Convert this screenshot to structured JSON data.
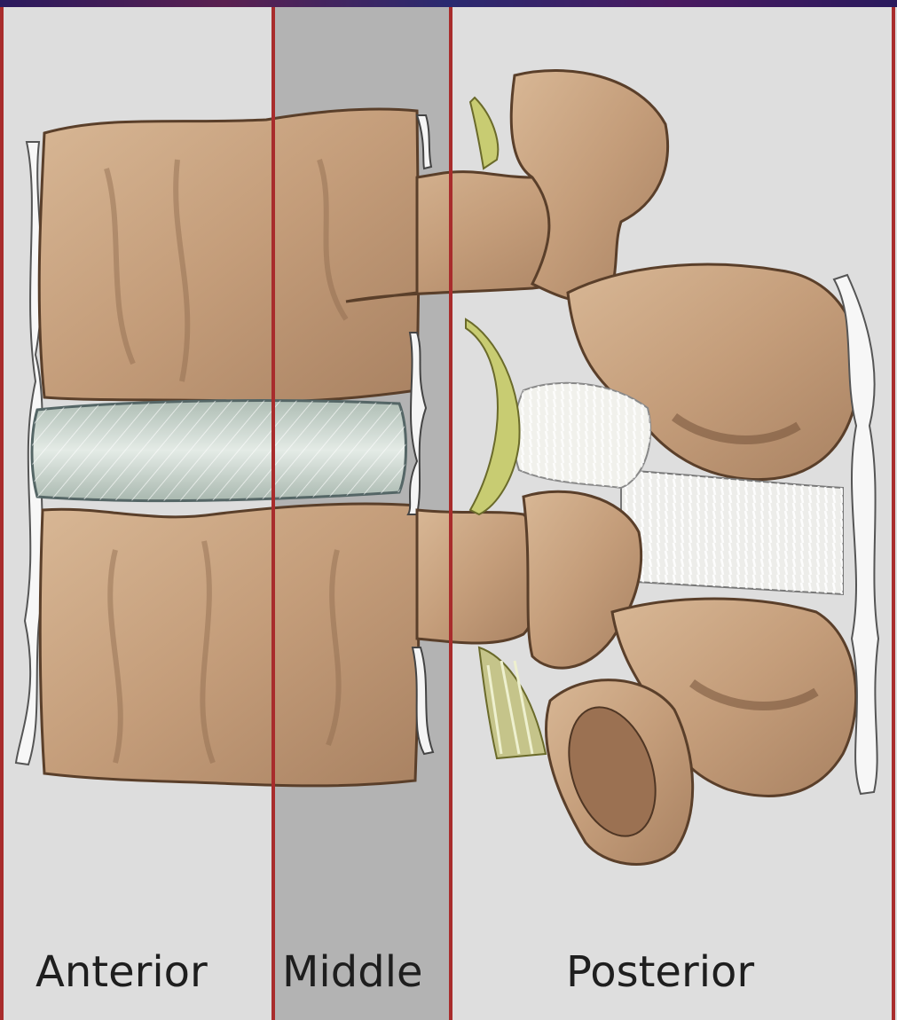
{
  "columns": {
    "anterior": {
      "label": "Anterior"
    },
    "middle": {
      "label": "Middle"
    },
    "posterior": {
      "label": "Posterior"
    }
  },
  "colors": {
    "bone": "#c9a583",
    "bone_shadow": "#9c7656",
    "disc": "#c8d3cc",
    "ligament": "#f2f2ee",
    "nerve": "#bdc36a",
    "divider": "#a82c2c"
  }
}
